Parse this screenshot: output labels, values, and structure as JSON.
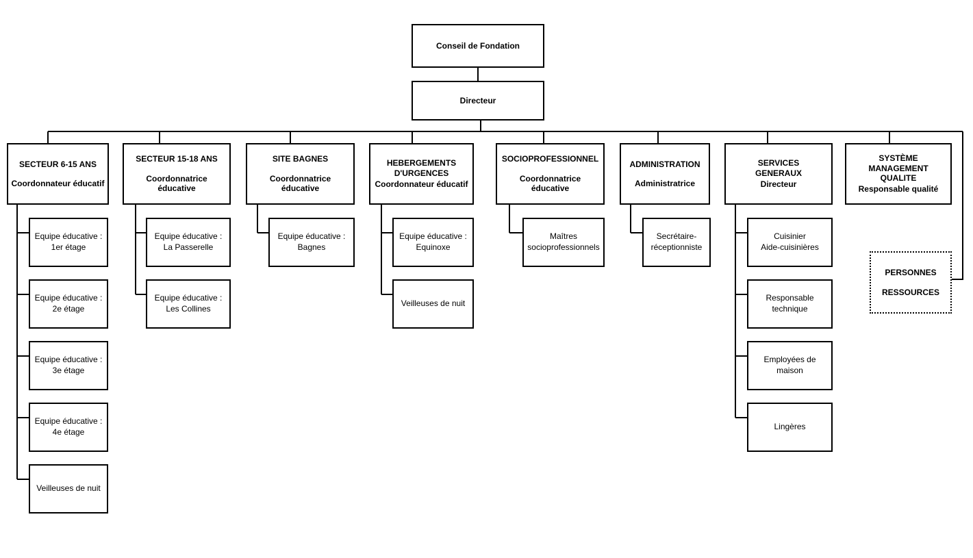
{
  "chart": {
    "root": {
      "label": "Conseil de Fondation"
    },
    "director": {
      "label": "Directeur"
    },
    "departments": [
      {
        "title": "SECTEUR 6-15 ANS",
        "role": "Coordonnateur éducatif",
        "children": [
          "Equipe éducative :\n1er étage",
          "Equipe éducative :\n2e étage",
          "Equipe éducative :\n3e étage",
          "Equipe éducative :\n4e étage",
          "Veilleuses de nuit"
        ]
      },
      {
        "title": "SECTEUR 15-18 ANS",
        "role": "Coordonnatrice éducative",
        "children": [
          "Equipe éducative :\nLa Passerelle",
          "Equipe éducative :\nLes Collines"
        ]
      },
      {
        "title": "SITE BAGNES",
        "role": "Coordonnatrice éducative",
        "children": [
          "Equipe éducative :\nBagnes"
        ]
      },
      {
        "title": "HEBERGEMENTS\nD'URGENCES",
        "role": "Coordonnateur éducatif",
        "children": [
          "Equipe éducative :\nEquinoxe",
          "Veilleuses de nuit"
        ]
      },
      {
        "title": "SOCIOPROFESSIONNEL",
        "role": "Coordonnatrice éducative",
        "children": [
          "Maîtres\nsocioprofessionnels"
        ]
      },
      {
        "title": "ADMINISTRATION",
        "role": "Administratrice",
        "children": [
          "Secrétaire-\nréceptionniste"
        ]
      },
      {
        "title": "SERVICES\nGENERAUX",
        "role": "Directeur",
        "children": [
          "Cuisinier\nAide-cuisinières",
          "Responsable\ntechnique",
          "Employées de\nmaison",
          "Lingères"
        ]
      },
      {
        "title": "SYSTÈME MANAGEMENT\nQUALITE",
        "role": "Responsable qualité",
        "children": []
      }
    ],
    "resources": {
      "line1": "PERSONNES",
      "line2": "RESSOURCES"
    },
    "colors": {
      "line": "#000000",
      "box_bg": "#ffffff",
      "text": "#000000"
    }
  }
}
